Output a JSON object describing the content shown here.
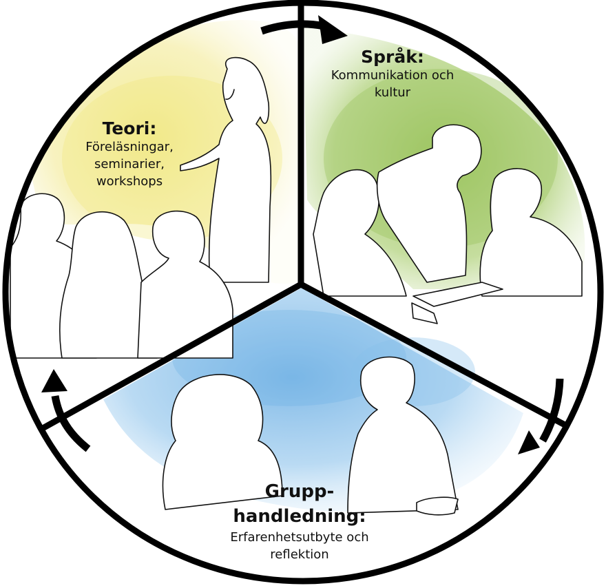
{
  "diagram": {
    "type": "cycle",
    "description": "Three-segment circular cycle diagram with clockwise arrows",
    "colors": {
      "outline": "#000000",
      "teori_wash": "#f3ec9c",
      "sprak_wash": "#a9cd70",
      "grupp_wash": "#8fc4eb"
    },
    "segments": [
      {
        "id": "teori",
        "title": "Teori:",
        "subtitle_lines": [
          "Föreläsningar,",
          "seminarier,",
          "workshops"
        ],
        "illustration": "lecturer presenting to seated audience"
      },
      {
        "id": "sprak",
        "title": "Språk:",
        "subtitle_lines": [
          "Kommunikation och",
          "kultur"
        ],
        "illustration": "people leaning over a notebook writing together"
      },
      {
        "id": "grupp",
        "title_lines": [
          "Grupp-",
          "handledning:"
        ],
        "subtitle_lines": [
          "Erfarenhetsutbyte och",
          "reflektion"
        ],
        "illustration": "two people in conversation"
      }
    ],
    "arrows": [
      {
        "position": "top",
        "direction": "clockwise",
        "icon": "arrow-right-curved-icon"
      },
      {
        "position": "right",
        "direction": "clockwise",
        "icon": "arrow-down-curved-icon"
      },
      {
        "position": "left",
        "direction": "clockwise",
        "icon": "arrow-up-curved-icon"
      }
    ]
  }
}
